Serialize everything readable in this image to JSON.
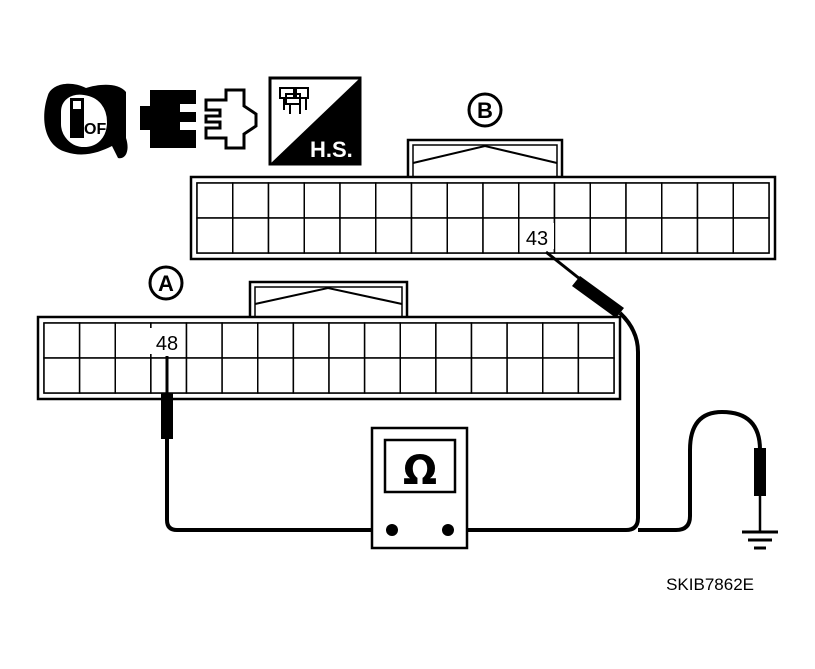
{
  "icons": {
    "ignition": "ignition-key-off-icon",
    "connector": "disconnect-connector-icon",
    "harness_side": "harness-side-icon"
  },
  "ignition_text": "OFF",
  "hs_text": "H.S.",
  "connector_a": {
    "label": "A",
    "pin": "48"
  },
  "connector_b": {
    "label": "B",
    "pin": "43"
  },
  "meter_symbol": "Ω",
  "figure_id": "SKIB7862E",
  "colors": {
    "ink": "#000000",
    "paper": "#ffffff"
  }
}
